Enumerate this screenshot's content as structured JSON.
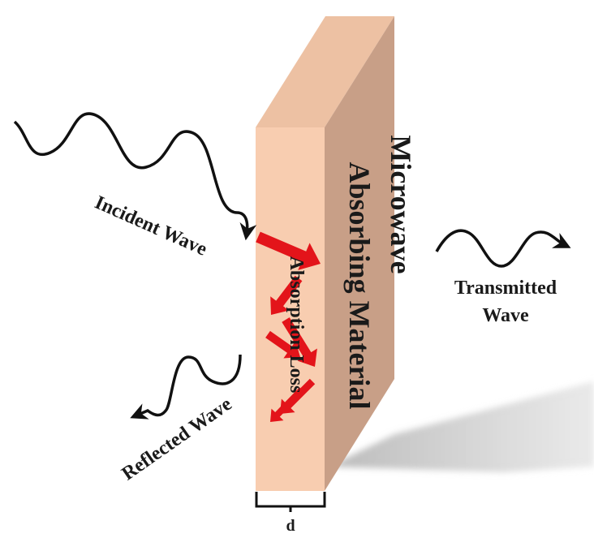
{
  "labels": {
    "incident_wave": "Incident Wave",
    "reflected_wave": "Reflected Wave",
    "transmitted_line1": "Transmitted",
    "transmitted_line2": "Wave",
    "material_line1": "Microwave",
    "material_line2": "Absorbing Material",
    "absorption_loss": "Absorption Loss",
    "thickness": "d"
  },
  "colors": {
    "slab_front": "#f8cdb0",
    "slab_side": "#c89f87",
    "slab_top": "#edc1a3",
    "loss_arrow": "#e3141a",
    "wave_stroke": "#111111",
    "shadow": "#c4c4c4"
  }
}
